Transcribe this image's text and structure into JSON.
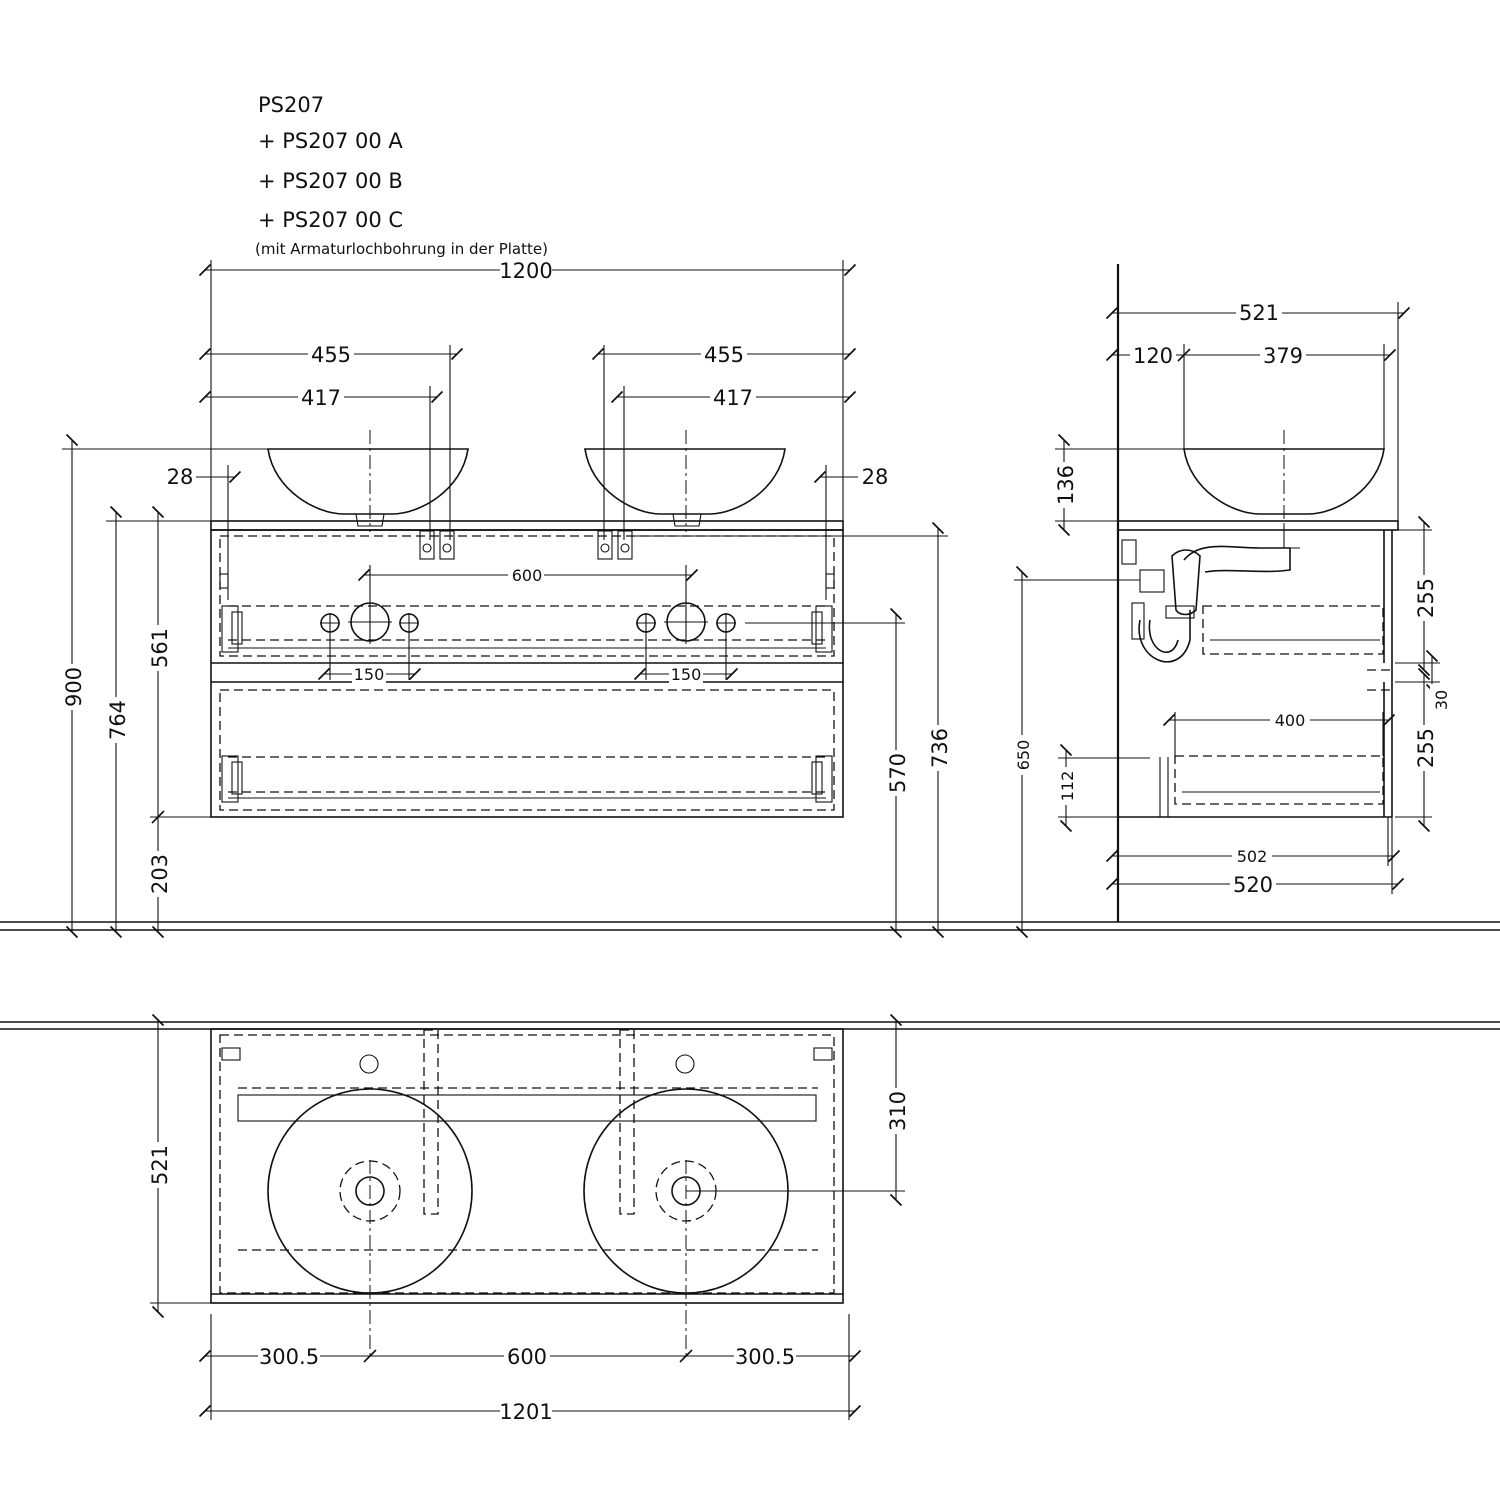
{
  "title": {
    "model": "PS207",
    "variant_a": "+ PS207 00 A",
    "variant_b": "+ PS207 00 B",
    "variant_c": "+ PS207 00 C",
    "note": "(mit Armaturlochbohrung in der Platte)"
  },
  "front_view": {
    "width_total": "1200",
    "basin_left_outer": "455",
    "basin_left_inner": "417",
    "basin_right_outer": "455",
    "basin_right_inner": "417",
    "edge_left": "28",
    "edge_right": "28",
    "height_total": "900",
    "height_top": "764",
    "height_cabinet": "561",
    "height_floor": "203",
    "height_736": "736",
    "height_570": "570",
    "tap_spacing": "600",
    "hole_left": "150",
    "hole_right": "150"
  },
  "side_view": {
    "depth_top": "521",
    "depth_back": "120",
    "basin_depth": "379",
    "basin_height": "136",
    "height_650": "650",
    "drawer_top": "255",
    "gap": "30",
    "drawer_bottom": "255",
    "drawer_depth": "400",
    "foot": "112",
    "inner_depth": "502",
    "outer_depth": "520"
  },
  "top_view": {
    "depth": "521",
    "drain_offset": "310",
    "left_edge": "300.5",
    "center": "600",
    "right_edge": "300.5",
    "width_total": "1201"
  }
}
